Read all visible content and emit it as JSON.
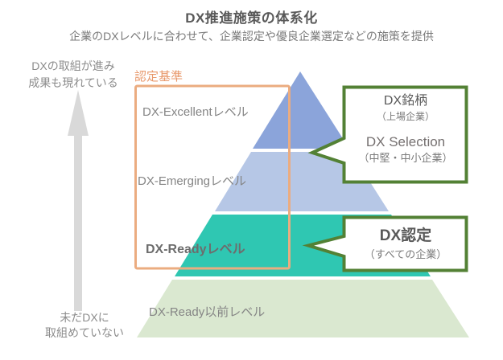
{
  "header": {
    "title": "DX推進施策の体系化",
    "subtitle": "企業のDXレベルに合わせて、企業認定や優良企業選定などの施策を提供"
  },
  "axis": {
    "top_line1": "DXの取組が進み",
    "top_line2": "成果も現れている",
    "bottom_line1": "未だDXに",
    "bottom_line2": "取組めていない"
  },
  "criteria": {
    "label": "認定基準"
  },
  "pyramid": {
    "levels": [
      {
        "label": "DX-Excellentレベル",
        "color": "#8BA4DA"
      },
      {
        "label": "DX-Emergingレベル",
        "color": "#B6C7E6"
      },
      {
        "label": "DX-Readyレベル",
        "color": "#2FC7B2"
      },
      {
        "label": "DX-Ready以前レベル",
        "color": "#DAE8D0"
      }
    ]
  },
  "callouts": {
    "selection": {
      "title1": "DX銘柄",
      "subtitle1": "（上場企業）",
      "title2": "DX Selection",
      "subtitle2": "（中堅・中小企業）"
    },
    "certification": {
      "title": "DX認定",
      "subtitle": "（すべての企業）"
    }
  },
  "colors": {
    "criteria_orange": "#EBAC80",
    "callout_border_green": "#538135",
    "arrow_gray": "#D9D9D9",
    "callout_fill": "#FFFFFF"
  }
}
